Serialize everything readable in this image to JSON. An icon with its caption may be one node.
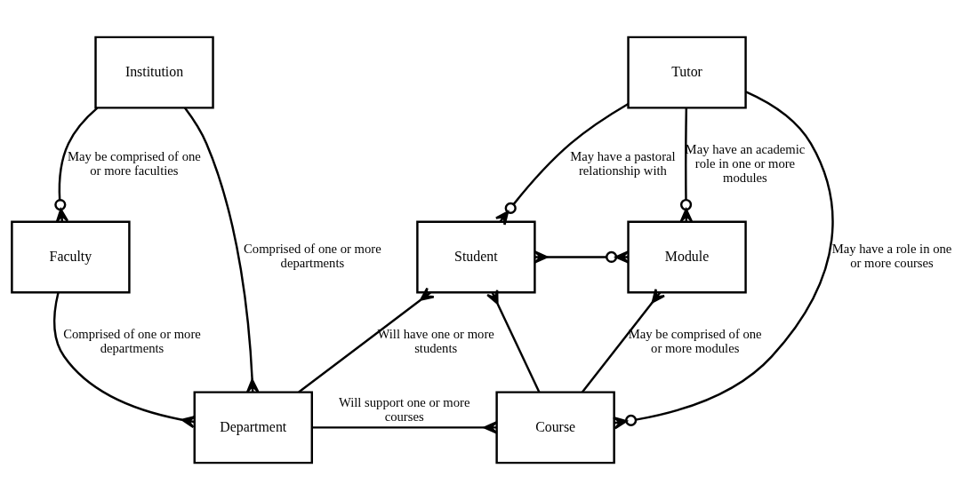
{
  "diagram": {
    "nodes": [
      {
        "text": [
          "Institution"
        ]
      },
      {
        "text": [
          "Faculty"
        ]
      },
      {
        "text": [
          "Student"
        ]
      },
      {
        "text": [
          "Module"
        ]
      },
      {
        "text": [
          "Tutor"
        ]
      },
      {
        "text": [
          "Department"
        ]
      },
      {
        "text": [
          "Course"
        ]
      }
    ],
    "edges": [
      {
        "from": 0,
        "to": 1,
        "arrow": "other",
        "label": "May be comprised of one or more faculties"
      },
      {
        "from": 0,
        "to": 5,
        "arrow": "other",
        "label": "Comprised of one or more departments"
      },
      {
        "from": 1,
        "to": 5,
        "arrow": "other",
        "label": "Comprised of one or more departments"
      },
      {
        "from": 4,
        "to": 2,
        "arrow": "other",
        "label": "May have a pastoral relationship with"
      },
      {
        "from": 4,
        "to": 3,
        "arrow": "other",
        "label": "May have an academic role in one or more modules"
      },
      {
        "from": 4,
        "to": 6,
        "arrow": "other",
        "label": "May have a role in one or more courses"
      },
      {
        "from": 2,
        "to": 3,
        "arrow": "other"
      },
      {
        "from": 5,
        "to": 2,
        "arrow": "other",
        "label": "Will have one or more students"
      },
      {
        "from": 6,
        "to": 2,
        "arrow": "other"
      },
      {
        "from": 6,
        "to": 3,
        "arrow": "other",
        "label": "May be comprised of one or more modules"
      },
      {
        "from": 5,
        "to": 6,
        "arrow": "other",
        "label": "Will support one or more courses"
      }
    ]
  }
}
